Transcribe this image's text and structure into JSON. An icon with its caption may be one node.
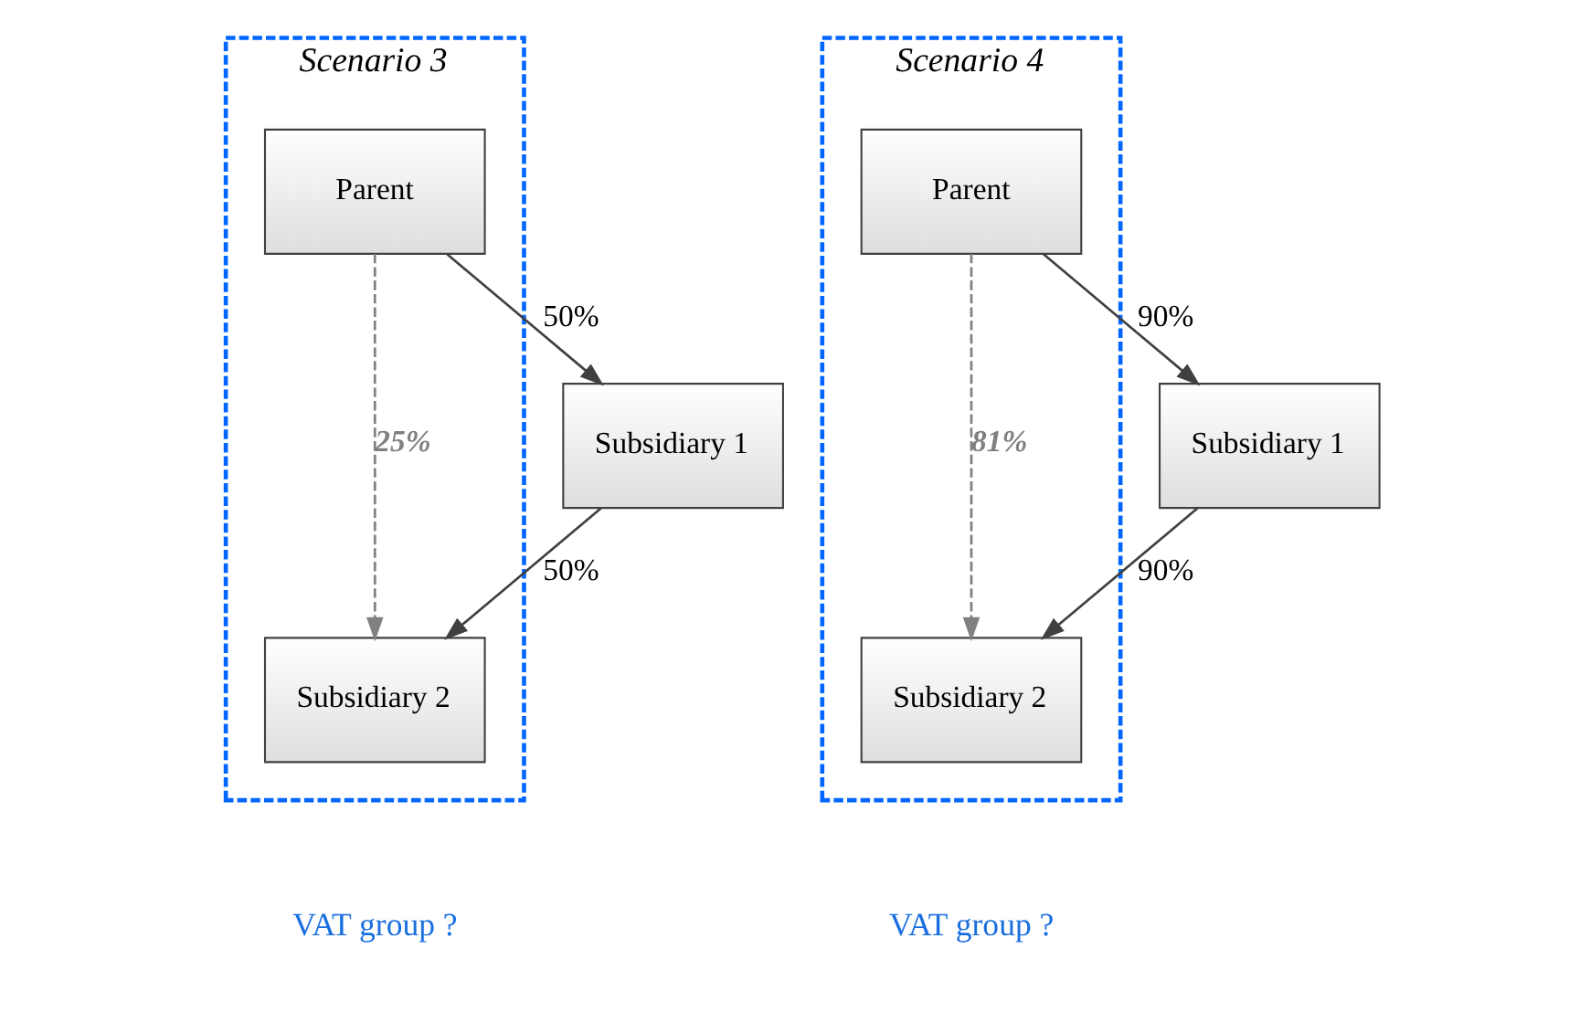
{
  "diagram": {
    "nodes": [
      {
        "text": [
          "Scenario 3"
        ],
        "beside": [
          "VAT group ?"
        ]
      },
      {
        "text": [
          "Parent"
        ],
        "in": 0
      },
      {
        "text": [
          "Subsidiary 1"
        ]
      },
      {
        "text": [
          "Subsidiary 2"
        ],
        "in": 0
      },
      {
        "text": [
          "Scenario 4"
        ],
        "beside": [
          "VAT group ?"
        ]
      },
      {
        "text": [
          "Parent"
        ],
        "in": 4
      },
      {
        "text": [
          "Subsidiary 1"
        ]
      },
      {
        "text": [
          "Subsidiary 2"
        ],
        "in": 4
      }
    ],
    "edges": [
      {
        "from": 1,
        "to": 2,
        "arrow": "to",
        "label": "50%"
      },
      {
        "from": 2,
        "to": 3,
        "arrow": "to",
        "label": "50%"
      },
      {
        "from": 1,
        "to": 3,
        "arrow": "to",
        "label": "25%",
        "style": "dashed",
        "color": "#808080"
      },
      {
        "from": 5,
        "to": 6,
        "arrow": "to",
        "label": "90%"
      },
      {
        "from": 6,
        "to": 7,
        "arrow": "to",
        "label": "90%"
      },
      {
        "from": 5,
        "to": 7,
        "arrow": "to",
        "label": "81%",
        "style": "dashed",
        "color": "#808080"
      }
    ]
  }
}
